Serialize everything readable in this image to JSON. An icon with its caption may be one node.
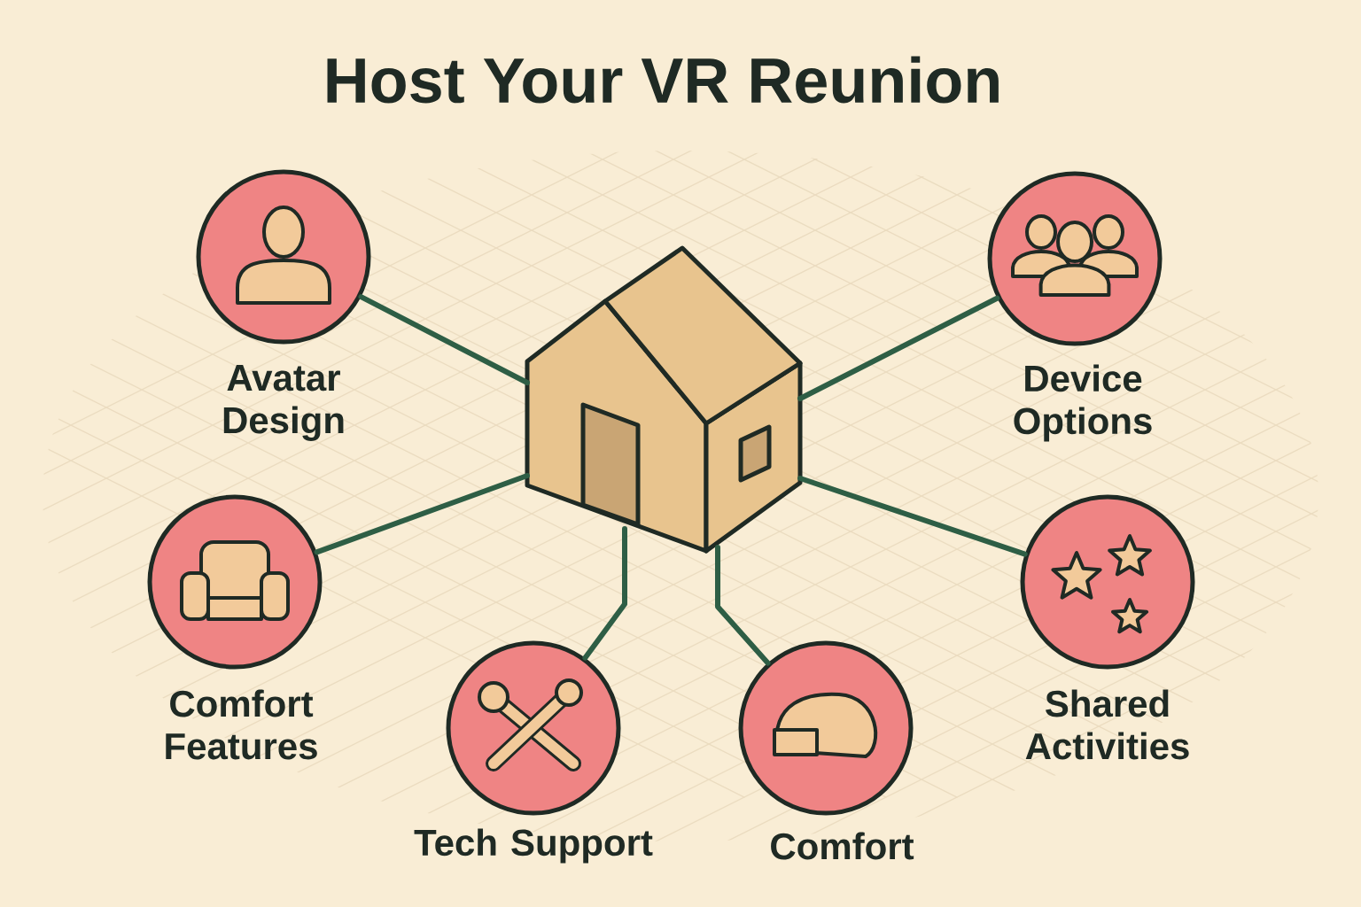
{
  "diagram": {
    "title": "Host Your VR Reunion",
    "nodes": [
      {
        "text": [],
        "shape": "picture"
      },
      {
        "text": [
          "Avatar Design"
        ]
      },
      {
        "text": [
          "Device Options"
        ]
      },
      {
        "text": [
          "Comfort Features"
        ]
      },
      {
        "text": [
          "Shared Activities"
        ]
      },
      {
        "text": [
          "Tech Support"
        ]
      },
      {
        "text": [
          "Comfort"
        ]
      }
    ],
    "edges": [
      {
        "from": 0,
        "to": 1,
        "arrow": "none"
      },
      {
        "from": 0,
        "to": 2,
        "arrow": "none"
      },
      {
        "from": 0,
        "to": 3,
        "arrow": "none"
      },
      {
        "from": 0,
        "to": 4,
        "arrow": "none"
      },
      {
        "from": 0,
        "to": 5,
        "arrow": "none"
      },
      {
        "from": 0,
        "to": 6,
        "arrow": "none"
      }
    ]
  }
}
